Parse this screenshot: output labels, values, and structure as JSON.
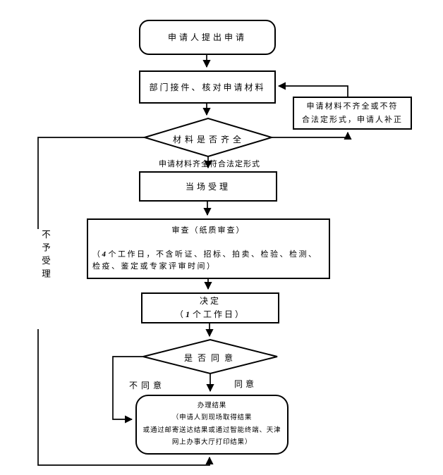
{
  "flowchart": {
    "nodes": {
      "apply": {
        "label": "申请人提出申请"
      },
      "receive": {
        "label": "部门接件、核对申请材料"
      },
      "supplement": {
        "line1": "申请材料不齐全或不符",
        "line2": "合法定形式，申请人补正"
      },
      "materials_check": {
        "label": "材料是否齐全"
      },
      "accept": {
        "label": "当场受理"
      },
      "review": {
        "title": "审查（纸质审查）",
        "detail_open": "（",
        "detail_days": "4",
        "detail_line1_rest": "个工作日，不含听证、招标、拍卖、检验、检测、",
        "detail_line2": "检疫、鉴定或专家评审时间）"
      },
      "decision": {
        "title": "决定",
        "detail_open": "（",
        "detail_days": "1",
        "detail_rest": "个工作日）"
      },
      "agree_check": {
        "label": "是否同意"
      },
      "result": {
        "line1": "办理结果",
        "line2": "（申请人到现场取得结果",
        "line3": "或通过邮寄送达结果或通过智能终端、天津",
        "line4": "网上办事大厅打印结果）"
      }
    },
    "edge_labels": {
      "qualified": "申请材料齐全符合法定形式",
      "disagree": "不同意",
      "agree": "同意",
      "reject": "不予受理"
    },
    "colors": {
      "line": "#000000",
      "node_fill": "#ffffff",
      "text": "#000000",
      "background": "#ffffff"
    }
  }
}
